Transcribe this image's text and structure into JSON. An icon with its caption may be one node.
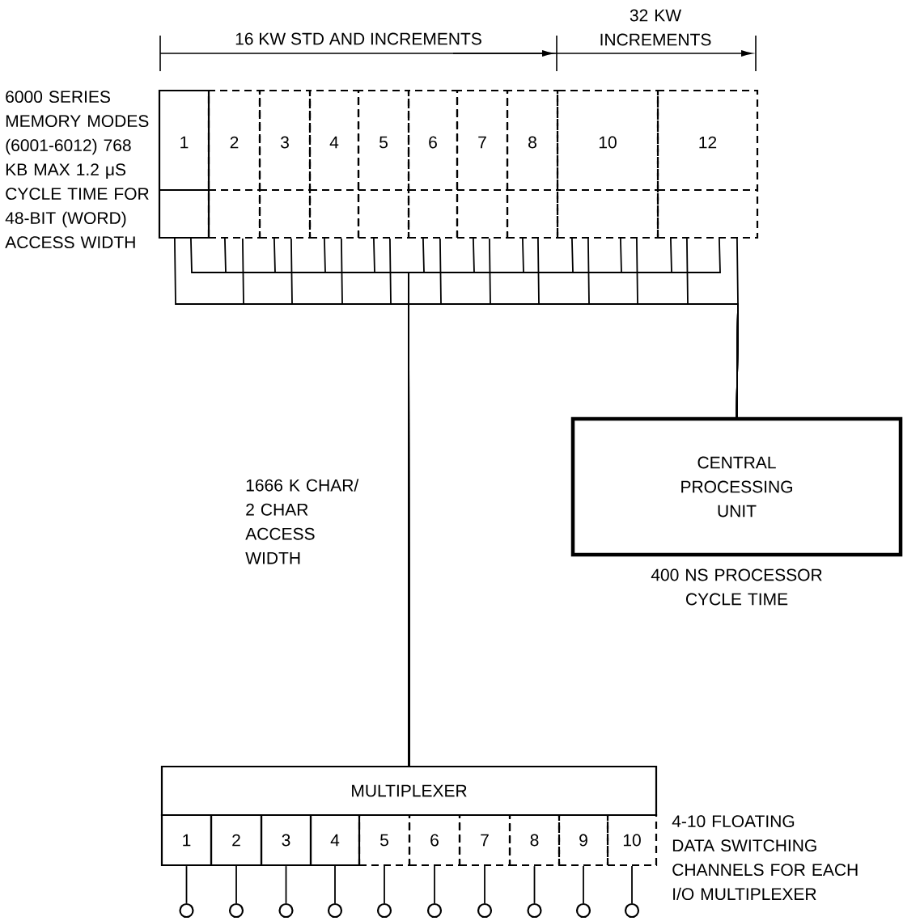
{
  "diagram": {
    "nodes": [
      {
        "text": [
          "1"
        ]
      },
      {
        "text": [
          "2"
        ]
      },
      {
        "text": [
          "3"
        ]
      },
      {
        "text": [
          "4"
        ]
      },
      {
        "text": [
          "5"
        ]
      },
      {
        "text": [
          "6"
        ]
      },
      {
        "text": [
          "7"
        ]
      },
      {
        "text": [
          "8"
        ]
      },
      {
        "text": [
          "10"
        ]
      },
      {
        "text": [
          "12"
        ]
      },
      {
        "text": [
          "CENTRAL PROCESSING UNIT"
        ],
        "beside": [
          "400 NS PROCESSOR CYCLE TIME"
        ]
      },
      {
        "text": [
          "MULTIPLEXER"
        ]
      },
      {
        "text": [
          "1"
        ]
      },
      {
        "text": [
          "2"
        ]
      },
      {
        "text": [
          "3"
        ]
      },
      {
        "text": [
          "4"
        ]
      },
      {
        "text": [
          "5"
        ]
      },
      {
        "text": [
          "6"
        ]
      },
      {
        "text": [
          "7"
        ]
      },
      {
        "text": [
          "8"
        ]
      },
      {
        "text": [
          "9"
        ]
      },
      {
        "text": [
          "10"
        ]
      },
      {
        "text": [],
        "shape": "circle"
      },
      {
        "text": [],
        "shape": "circle"
      },
      {
        "text": [],
        "shape": "circle"
      },
      {
        "text": [],
        "shape": "circle"
      },
      {
        "text": [],
        "shape": "circle"
      },
      {
        "text": [],
        "shape": "circle"
      },
      {
        "text": [],
        "shape": "circle"
      },
      {
        "text": [],
        "shape": "circle"
      },
      {
        "text": [],
        "shape": "circle"
      },
      {
        "text": [],
        "shape": "circle"
      }
    ],
    "edges": [
      {
        "from": 0,
        "to": 11,
        "arrow": "none"
      },
      {
        "from": 1,
        "to": 11,
        "arrow": "none"
      },
      {
        "from": 2,
        "to": 11,
        "arrow": "none"
      },
      {
        "from": 3,
        "to": 11,
        "arrow": "none"
      },
      {
        "from": 4,
        "to": 11,
        "arrow": "none"
      },
      {
        "from": 5,
        "to": 11,
        "arrow": "none"
      },
      {
        "from": 6,
        "to": 11,
        "arrow": "none"
      },
      {
        "from": 7,
        "to": 11,
        "arrow": "none"
      },
      {
        "from": 8,
        "to": 11,
        "arrow": "none"
      },
      {
        "from": 9,
        "to": 11,
        "arrow": "none"
      },
      {
        "from": 0,
        "to": 10,
        "arrow": "none"
      },
      {
        "from": 1,
        "to": 10,
        "arrow": "none"
      },
      {
        "from": 2,
        "to": 10,
        "arrow": "none"
      },
      {
        "from": 3,
        "to": 10,
        "arrow": "none"
      },
      {
        "from": 4,
        "to": 10,
        "arrow": "none"
      },
      {
        "from": 5,
        "to": 10,
        "arrow": "none"
      },
      {
        "from": 6,
        "to": 10,
        "arrow": "none"
      },
      {
        "from": 7,
        "to": 10,
        "arrow": "none"
      },
      {
        "from": 8,
        "to": 10,
        "arrow": "none"
      },
      {
        "from": 9,
        "to": 10,
        "arrow": "none"
      },
      {
        "from": 12,
        "to": 22,
        "arrow": "none"
      },
      {
        "from": 13,
        "to": 23,
        "arrow": "none"
      },
      {
        "from": 14,
        "to": 24,
        "arrow": "none"
      },
      {
        "from": 15,
        "to": 25,
        "arrow": "none"
      },
      {
        "from": 16,
        "to": 26,
        "arrow": "none"
      },
      {
        "from": 17,
        "to": 27,
        "arrow": "none"
      },
      {
        "from": 18,
        "to": 28,
        "arrow": "none"
      },
      {
        "from": 19,
        "to": 29,
        "arrow": "none"
      },
      {
        "from": 20,
        "to": 30,
        "arrow": "none"
      },
      {
        "from": 21,
        "to": 31,
        "arrow": "none"
      }
    ],
    "labels": [
      "16 KW STD AND INCREMENTS",
      "32 KW INCREMENTS",
      "6000 SERIES MEMORY MODES (6001-6012) 768 KB MAX 1.2 μS CYCLE TIME FOR 48-BIT (WORD) ACCESS WIDTH",
      "1666 K CHAR/ 2 CHAR ACCESS WIDTH",
      "4-10 FLOATING DATA SWITCHING CHANNELS FOR EACH I/O MULTIPLEXER"
    ]
  }
}
